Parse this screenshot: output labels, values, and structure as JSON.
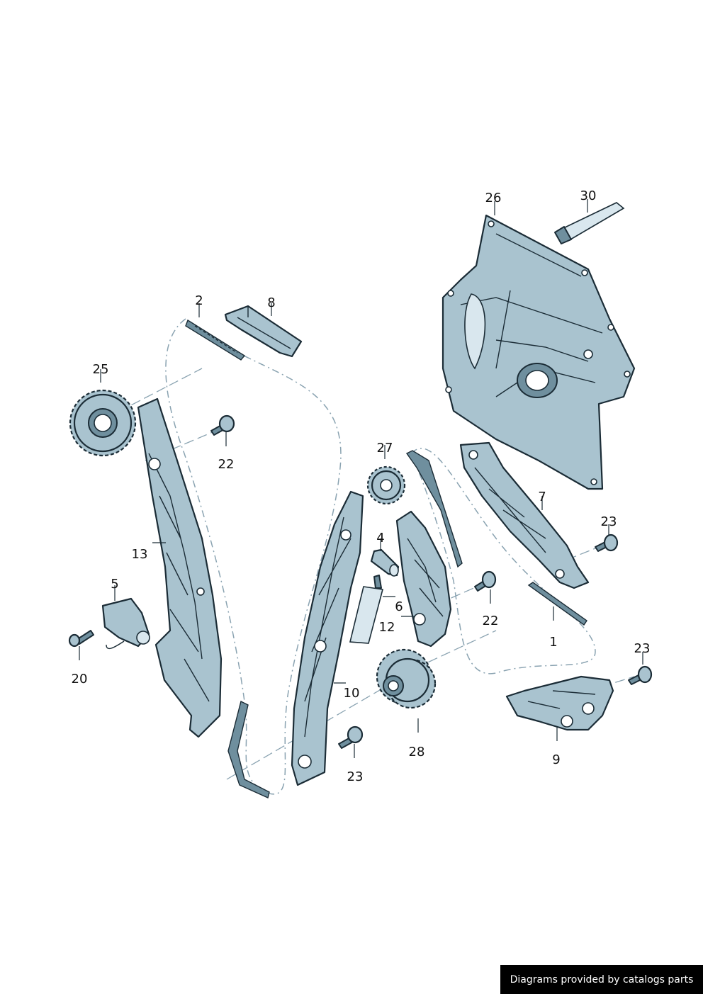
{
  "callouts": {
    "c1": "1",
    "c2": "2",
    "c4": "4",
    "c5": "5",
    "c6": "6",
    "c7": "7",
    "c8": "8",
    "c9": "9",
    "c10": "10",
    "c12": "12",
    "c13": "13",
    "c20": "20",
    "c22a": "22",
    "c22b": "22",
    "c23a": "23",
    "c23b": "23",
    "c23c": "23",
    "c25": "25",
    "c26": "26",
    "c27": "27",
    "c28": "28",
    "c30": "30"
  },
  "footer": {
    "credit": "Diagrams provided by catalogs parts"
  },
  "colors": {
    "part_fill": "#a9c3cf",
    "outline": "#1b2c36",
    "chain_path": "#8aa3b1",
    "credit_bg": "#000000"
  }
}
